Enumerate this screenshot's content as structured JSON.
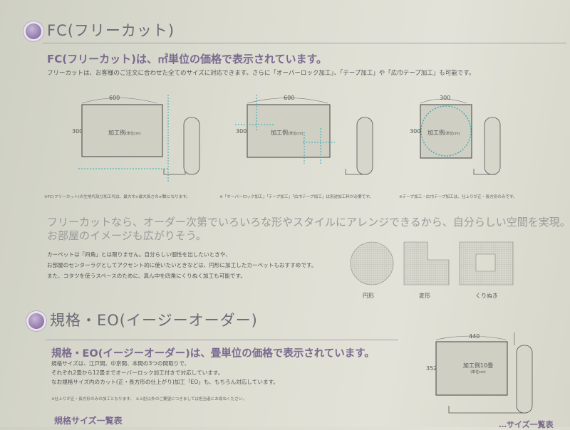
{
  "fc": {
    "section_title": "FC(フリーカット)",
    "lead": "FC(フリーカット)は、㎡単位の価格で表示されています。",
    "desc": "フリーカットは、お客様のご注文に合わせた全てのサイズに対応できます。さらに「オーバーロック加工」、「テープ加工」や「広巾テープ加工」も可能です。",
    "diagrams": [
      {
        "width": "600",
        "height": "300",
        "label": "加工例",
        "unit": "(単位cm)"
      },
      {
        "width": "600",
        "height": "300",
        "label": "加工例",
        "unit": "(単位cm)"
      },
      {
        "width": "300",
        "height": "300",
        "label": "加工例",
        "unit": "(単位cm)"
      }
    ],
    "notes": [
      "※FC(フリーカット)の生地代及び加工代は、最大巾×最大長さの㎡数になります。",
      "※「オーバーロック加工」「テープ加工」「広巾テープ加工」は別途加工料が必要です。",
      "※テープ加工・広巾テープ加工は、仕上りが正・長方形のみです。"
    ],
    "headline": [
      "フリーカットなら、オーダー次第でいろいろな形やスタイルにアレンジできるから、自分らしい空間を実現。",
      "お部屋のイメージも広がりそう。"
    ],
    "body": [
      "カーペットは「四角」とは限りません。自分らしい個性を出したいときや、",
      "お部屋のセンターラグとしてアクセント的に使いたいときなどは、円形に加工したカーペットもおすすめです。",
      "また、コタツを使うスペースのために、真ん中を四角にくりぬく加工も可能です。"
    ],
    "shapes": [
      "円形",
      "変形",
      "くりぬき"
    ]
  },
  "eo": {
    "section_title": "規格・EO(イージーオーダー)",
    "lead": "規格・EO(イージーオーダー)は、畳単位の価格で表示されています。",
    "body": [
      "規格サイズは、江戸間、中京間、本間の3つの間取りで、",
      "それぞれ2畳から12畳までオーバーロック加工付きで対応しています。",
      "なお規格サイズ内のカット(正・長方形の仕上がり)加工「EO」も、もちろん対応しています。"
    ],
    "notes": "※仕上りが正・長方形のみの加工となります。　※上記以外のご要望につきましては担当者にお尋ねください。",
    "diagram": {
      "width": "440",
      "height": "352",
      "label": "加工例10畳",
      "unit": "(単位cm)"
    },
    "table_title": "規格サイズ一覧表",
    "right_cut": "…サイズ一覧表"
  },
  "colors": {
    "accent": "#7a5c96",
    "dotted": "#3aa8b8"
  }
}
